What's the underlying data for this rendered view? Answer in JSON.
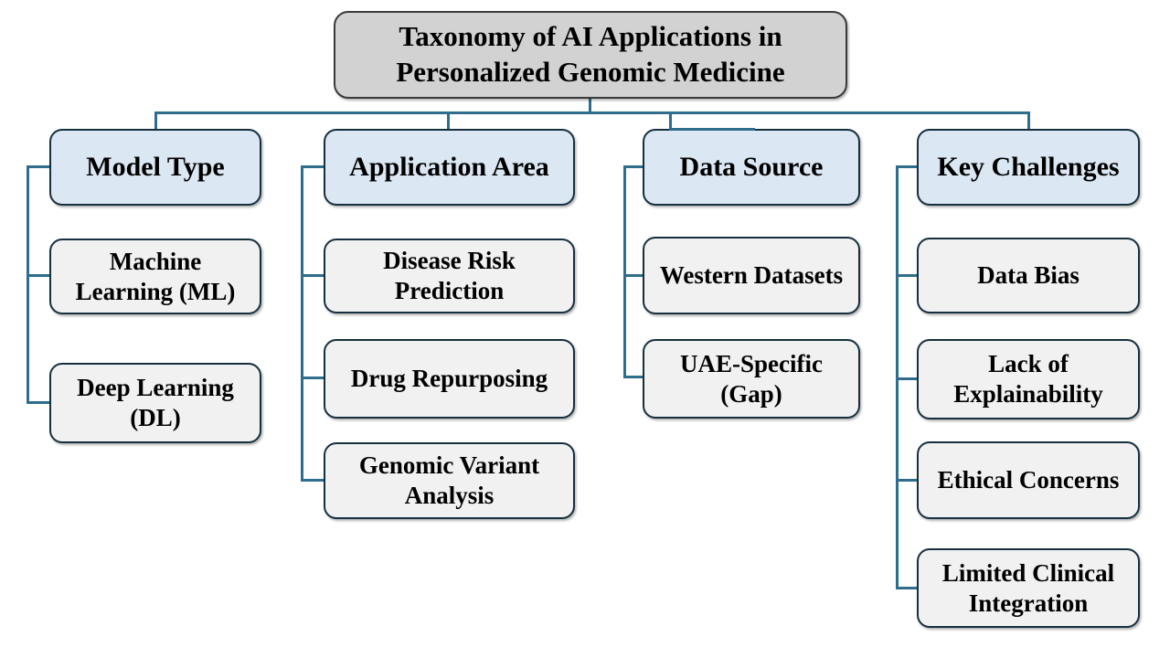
{
  "title": {
    "text": "Taxonomy of AI Applications in Personalized Genomic Medicine"
  },
  "columns": [
    {
      "id": "model-type",
      "header": "Model Type",
      "children": [
        "Machine Learning (ML)",
        "Deep Learning (DL)"
      ]
    },
    {
      "id": "application-area",
      "header": "Application Area",
      "children": [
        "Disease Risk Prediction",
        "Drug Repurposing",
        "Genomic Variant Analysis"
      ]
    },
    {
      "id": "data-source",
      "header": "Data Source",
      "children": [
        "Western Datasets",
        "UAE-Specific (Gap)"
      ]
    },
    {
      "id": "key-challenges",
      "header": "Key Challenges",
      "children": [
        "Data Bias",
        "Lack of Explainability",
        "Ethical Concerns",
        "Limited Clinical Integration"
      ]
    }
  ],
  "colors": {
    "connector_line": "#2e6d8c",
    "node_border": "#16303f",
    "header_fill": "#dbe7f3",
    "child_fill": "#f1f1f1",
    "title_fill": "#d2d2d2",
    "title_border": "#3a3a3a",
    "text": "#000000"
  }
}
